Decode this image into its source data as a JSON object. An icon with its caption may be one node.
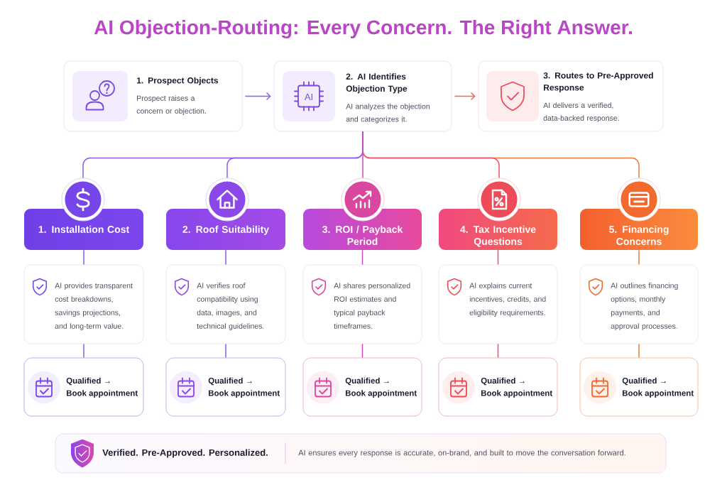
{
  "diagram": {
    "title": "AI Objection-Routing: Every Concern. The Right Answer.",
    "nodes": [
      {
        "text": [
          "1. Prospect Objects",
          "Prospect raises a concern or objection."
        ]
      },
      {
        "text": [
          "2. AI Identifies Objection Type",
          "AI analyzes the objection and categorizes it."
        ]
      },
      {
        "text": [
          "3. Routes to Pre-Approved Response",
          "AI delivers a verified, data-backed response."
        ]
      },
      {
        "text": [],
        "shape": "circle"
      },
      {
        "text": [],
        "shape": "circle"
      },
      {
        "text": [],
        "shape": "circle"
      },
      {
        "text": [],
        "shape": "circle"
      },
      {
        "text": [],
        "shape": "circle"
      },
      {
        "text": [
          "1. Installation Cost"
        ]
      },
      {
        "text": [
          "2. Roof Suitability"
        ]
      },
      {
        "text": [
          "3. ROI / Payback Period"
        ]
      },
      {
        "text": [
          "4. Tax Incentive Questions"
        ]
      },
      {
        "text": [
          "5. Financing Concerns"
        ]
      },
      {
        "text": [
          "AI provides transparent cost breakdowns, savings projections, and long-term value."
        ]
      },
      {
        "text": [
          "AI verifies roof compatibility using data, images, and technical guidelines."
        ]
      },
      {
        "text": [
          "AI shares personalized ROI estimates and typical payback timeframes."
        ]
      },
      {
        "text": [
          "AI explains current incentives, credits, and eligibility requirements."
        ]
      },
      {
        "text": [
          "AI outlines financing options, monthly payments, and approval processes."
        ]
      },
      {
        "text": [
          "Qualified →",
          "Book appointment"
        ]
      },
      {
        "text": [
          "Qualified →",
          "Book appointment"
        ]
      },
      {
        "text": [
          "Qualified →",
          "Book appointment"
        ]
      },
      {
        "text": [
          "Qualified →",
          "Book appointment"
        ]
      },
      {
        "text": [
          "Qualified →",
          "Book appointment"
        ]
      },
      {
        "text": [
          "Verified. Pre-Approved. Personalized.",
          "AI ensures every response is accurate, on-brand, and built to move the conversation forward."
        ]
      }
    ],
    "edges": [
      {
        "from": 0,
        "to": 1,
        "arrow": "to"
      },
      {
        "from": 1,
        "to": 2,
        "arrow": "to",
        "color": "#f0655a"
      },
      {
        "from": 1,
        "to": 3,
        "arrow": "none"
      },
      {
        "from": 1,
        "to": 4,
        "arrow": "none"
      },
      {
        "from": 1,
        "to": 5,
        "arrow": "none",
        "color": "#cf49b6"
      },
      {
        "from": 1,
        "to": 6,
        "arrow": "none",
        "color": "#ee5068"
      },
      {
        "from": 1,
        "to": 7,
        "arrow": "none",
        "color": "#f47a3c"
      },
      {
        "from": 8,
        "to": 13,
        "arrow": "none"
      },
      {
        "from": 9,
        "to": 14,
        "arrow": "none"
      },
      {
        "from": 10,
        "to": 15,
        "arrow": "none",
        "color": "#cf49b6"
      },
      {
        "from": 11,
        "to": 16,
        "arrow": "none",
        "color": "#ee5068"
      },
      {
        "from": 12,
        "to": 17,
        "arrow": "none",
        "color": "#f47a3c"
      },
      {
        "from": 13,
        "to": 18,
        "arrow": "none"
      },
      {
        "from": 14,
        "to": 19,
        "arrow": "none"
      },
      {
        "from": 15,
        "to": 20,
        "arrow": "none",
        "color": "#cf49b6"
      },
      {
        "from": 16,
        "to": 21,
        "arrow": "none",
        "color": "#ee5068"
      },
      {
        "from": 17,
        "to": 22,
        "arrow": "none",
        "color": "#f47a3c"
      }
    ],
    "labels": [
      "AI"
    ]
  }
}
